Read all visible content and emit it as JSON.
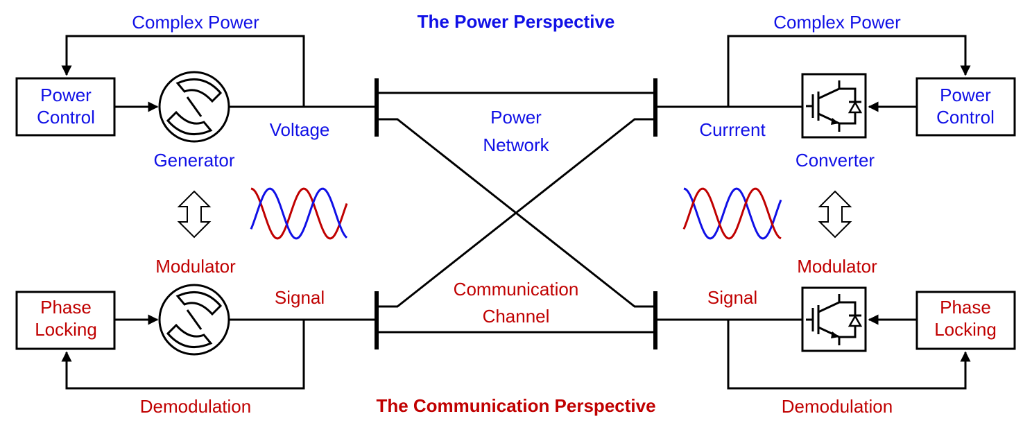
{
  "colors": {
    "power": "#1010e6",
    "comm": "#c00000",
    "wave_red": "#c00000",
    "wave_blue": "#1010e6",
    "line": "#000000"
  },
  "titles": {
    "power": "The Power Perspective",
    "comm": "The Communication Perspective"
  },
  "left": {
    "top_feedback": "Complex Power",
    "top_box": [
      "Power",
      "Control"
    ],
    "top_device": "Generator",
    "top_port": "Voltage",
    "bottom_device": "Modulator",
    "bottom_box": [
      "Phase",
      "Locking"
    ],
    "bottom_port": "Signal",
    "bottom_feedback": "Demodulation"
  },
  "right": {
    "top_feedback": "Complex Power",
    "top_box": [
      "Power",
      "Control"
    ],
    "top_device": "Converter",
    "top_port": "Currrent",
    "bottom_device": "Modulator",
    "bottom_box": [
      "Phase",
      "Locking"
    ],
    "bottom_port": "Signal",
    "bottom_feedback": "Demodulation"
  },
  "center": {
    "top": [
      "Power",
      "Network"
    ],
    "bottom": [
      "Communication",
      "Channel"
    ]
  },
  "icons": {
    "generator": "synchronous-machine-icon",
    "converter": "igbt-diode-icon",
    "arrow": "double-arrow-icon",
    "waves": "sine-waves-icon"
  }
}
